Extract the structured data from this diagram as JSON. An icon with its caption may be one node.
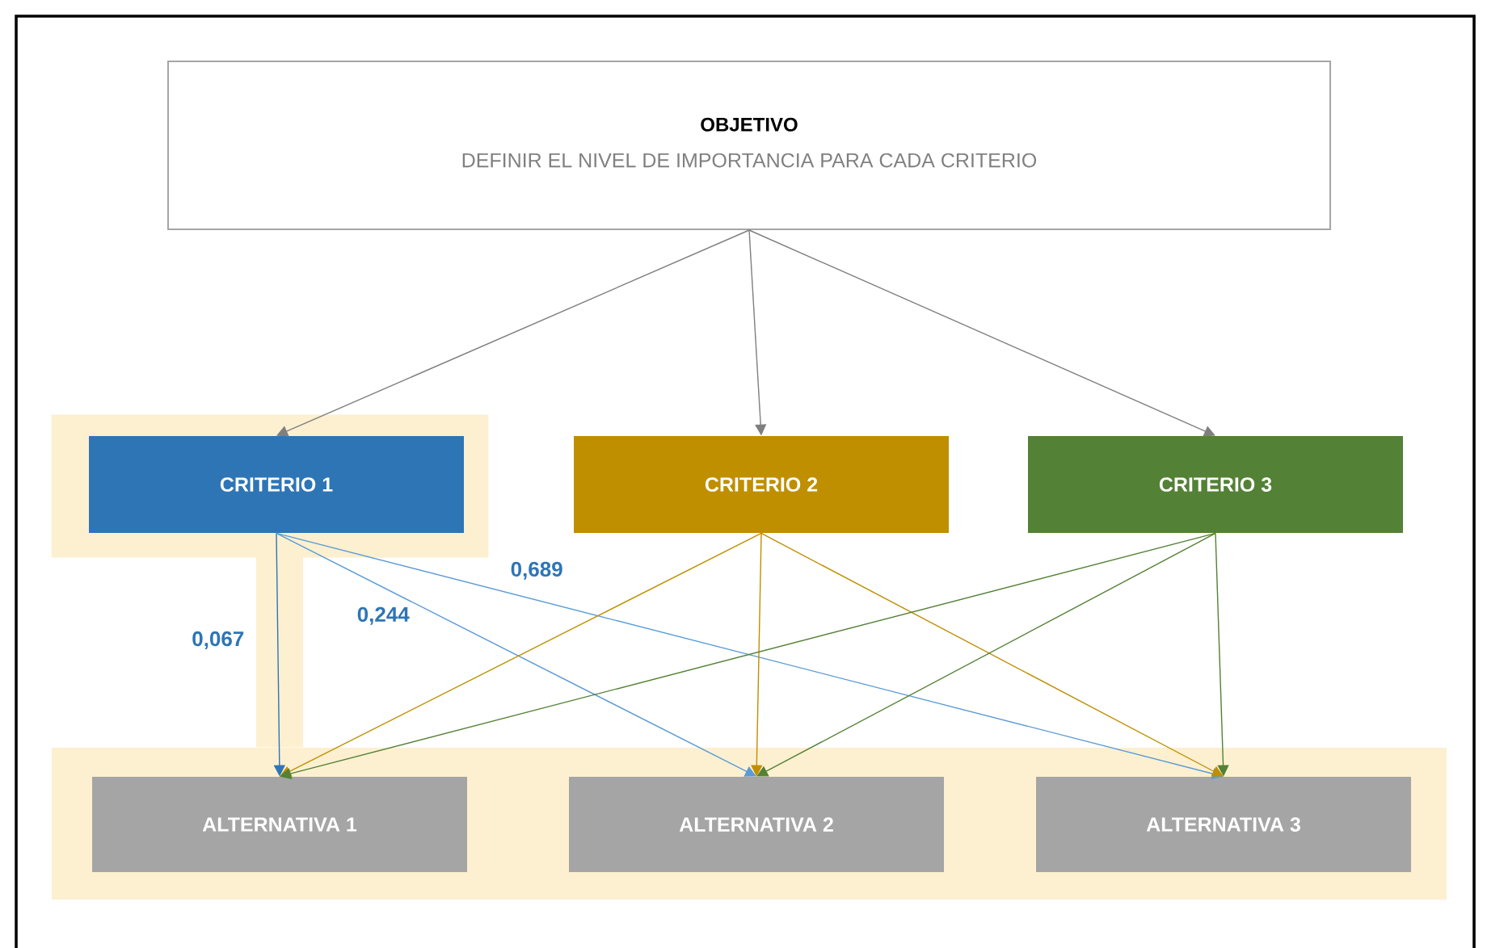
{
  "diagram": {
    "nodes": [
      {
        "text": [
          "OBJETIVO",
          "DEFINIR EL NIVEL DE IMPORTANCIA PARA CADA CRITERIO"
        ]
      },
      {
        "text": [
          "CRITERIO 1"
        ]
      },
      {
        "text": [
          "CRITERIO 2"
        ]
      },
      {
        "text": [
          "CRITERIO 3"
        ]
      },
      {
        "text": [
          "ALTERNATIVA 1"
        ]
      },
      {
        "text": [
          "ALTERNATIVA 2"
        ]
      },
      {
        "text": [
          "ALTERNATIVA 3"
        ]
      }
    ],
    "edges": [
      {
        "from": 0,
        "to": 1,
        "arrow": "to",
        "color": "#7f7f7f"
      },
      {
        "from": 0,
        "to": 2,
        "arrow": "to",
        "color": "#7f7f7f"
      },
      {
        "from": 0,
        "to": 3,
        "arrow": "to",
        "color": "#7f7f7f"
      },
      {
        "from": 1,
        "to": 4,
        "arrow": "to",
        "label": "0,067",
        "color": "#2e75b6"
      },
      {
        "from": 1,
        "to": 5,
        "arrow": "to",
        "label": "0,244",
        "color": "#5b9bd5"
      },
      {
        "from": 1,
        "to": 6,
        "arrow": "to",
        "label": "0,689",
        "color": "#5b9bd5"
      },
      {
        "from": 2,
        "to": 4,
        "arrow": "to",
        "color": "#bf8f00"
      },
      {
        "from": 2,
        "to": 5,
        "arrow": "to",
        "color": "#bf8f00"
      },
      {
        "from": 2,
        "to": 6,
        "arrow": "to",
        "color": "#bf8f00"
      },
      {
        "from": 3,
        "to": 4,
        "arrow": "to",
        "color": "#538135"
      },
      {
        "from": 3,
        "to": 5,
        "arrow": "to",
        "color": "#538135"
      },
      {
        "from": 3,
        "to": 6,
        "arrow": "to",
        "color": "#538135"
      }
    ]
  }
}
